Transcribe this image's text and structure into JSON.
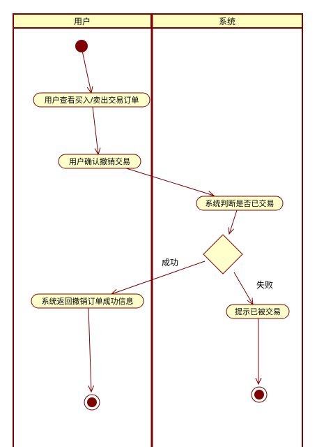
{
  "diagram": {
    "lanes": [
      {
        "id": "user",
        "label": "用户"
      },
      {
        "id": "system",
        "label": "系统"
      }
    ],
    "nodes": {
      "view_orders": "用户查看买入/卖出交易订单",
      "confirm_cancel": "用户确认撤销交易",
      "check_traded": "系统判断是否已交易",
      "return_success": "系统返回撤销订单成功信息",
      "prompt_traded": "提示已被交易"
    },
    "edges": {
      "success_label": "成功",
      "fail_label": "失败"
    }
  },
  "colors": {
    "lane_border": "#7f0000",
    "lane_header_fill": "#ffffc0",
    "node_fill": "#ffffcc",
    "node_border": "#7f0000",
    "arrow": "#7f0000",
    "start_fill": "#7f0000"
  }
}
